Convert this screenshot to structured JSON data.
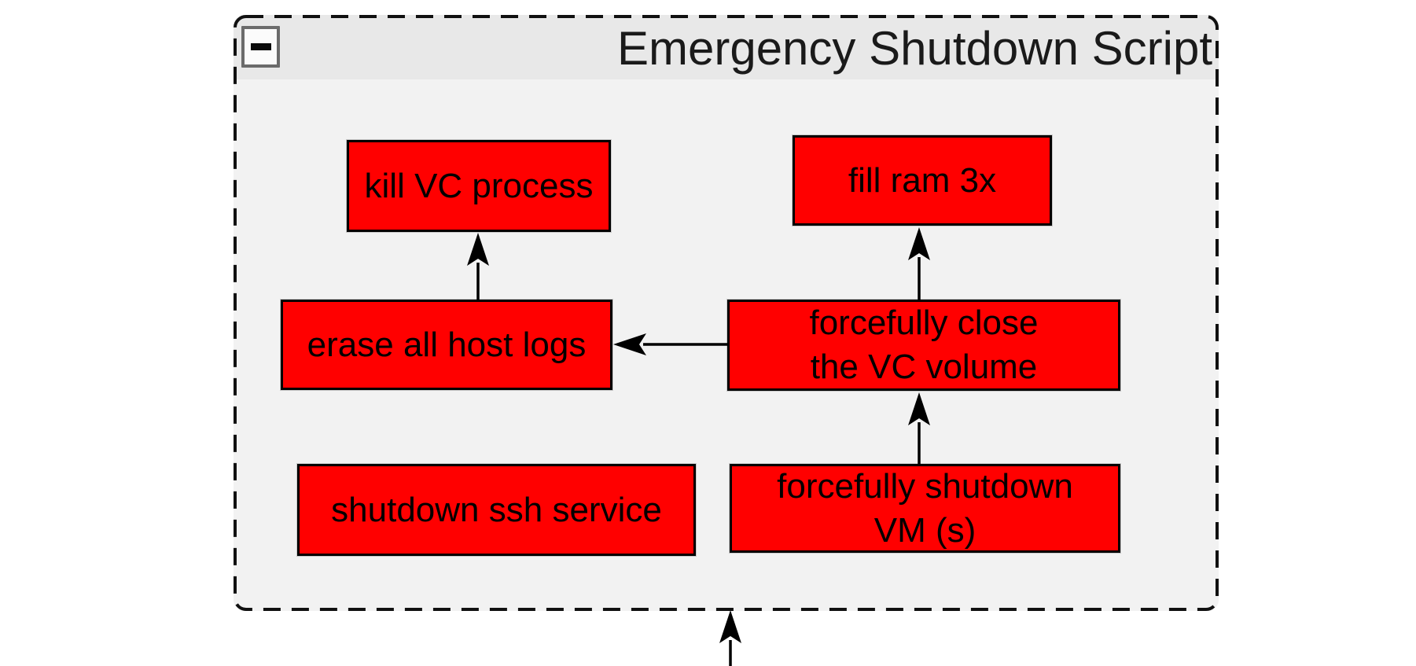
{
  "app": {
    "type": "diagram-canvas"
  },
  "group": {
    "title": "Emergency Shutdown Script",
    "state": "expanded",
    "collapse_icon": "minus"
  },
  "nodes": [
    {
      "id": "kill-vc-process",
      "lines": [
        "kill VC process"
      ]
    },
    {
      "id": "fill-ram-3x",
      "lines": [
        "fill ram 3x"
      ]
    },
    {
      "id": "erase-all-host-logs",
      "lines": [
        "erase all host logs"
      ]
    },
    {
      "id": "forcefully-close-the-vc-volume",
      "lines": [
        "forcefully close",
        "the VC volume"
      ]
    },
    {
      "id": "shutdown-ssh-service",
      "lines": [
        "shutdown ssh service"
      ]
    },
    {
      "id": "forcefully-shutdown-vms",
      "lines": [
        "forcefully shutdown",
        "VM (s)"
      ]
    }
  ],
  "edges": [
    {
      "from": "erase-all-host-logs",
      "to": "kill-vc-process",
      "direction": "up"
    },
    {
      "from": "forcefully-close-the-vc-volume",
      "to": "fill-ram-3x",
      "direction": "up"
    },
    {
      "from": "forcefully-close-the-vc-volume",
      "to": "erase-all-host-logs",
      "direction": "left"
    },
    {
      "from": "forcefully-shutdown-vms",
      "to": "forcefully-close-the-vc-volume",
      "direction": "up"
    },
    {
      "from": "offscreen-bottom",
      "to": "group-emergency-shutdown",
      "direction": "up"
    }
  ],
  "colors": {
    "canvas_bg": "#ffffff",
    "group_body_bg": "#f2f2f2",
    "group_header_bg": "#e8e8e8",
    "group_border": "#111111",
    "node_fill": "#ff0000",
    "node_border": "#000000",
    "node_text": "#000000",
    "title_text": "#1a1a1a",
    "arrow": "#000000",
    "collapse_button_border": "#6b6b6b",
    "collapse_button_fill": "#fbfbfb"
  }
}
